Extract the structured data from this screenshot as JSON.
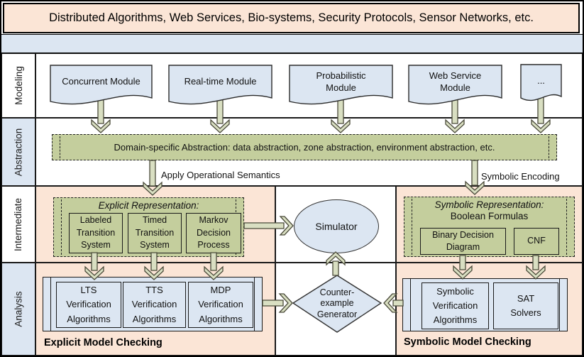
{
  "banner": {
    "text": "Distributed Algorithms, Web Services, Bio-systems, Security Protocols, Sensor Networks, etc."
  },
  "sidebar": {
    "rows": [
      "Modeling",
      "Abstraction",
      "Intermediate",
      "Analysis"
    ]
  },
  "modeling": {
    "modules": [
      "Concurrent Module",
      "Real-time Module",
      "Probabilistic Module",
      "Web Service Module",
      "..."
    ]
  },
  "abstraction": {
    "box": "Domain-specific Abstraction: data abstraction, zone abstraction, environment abstraction, etc.",
    "left_arrow_label": "Apply Operational Semantics",
    "right_arrow_label": "Symbolic Encoding"
  },
  "intermediate": {
    "explicit": {
      "title": "Explicit Representation:",
      "items": [
        "Labeled Transition System",
        "Timed Transition System",
        "Markov Decision Process"
      ]
    },
    "simulator": "Simulator",
    "symbolic": {
      "title": "Symbolic Representation:",
      "subtitle": "Boolean Formulas",
      "items": [
        "Binary Decision Diagram",
        "CNF"
      ]
    }
  },
  "analysis": {
    "explicit": {
      "items": [
        "LTS Verification Algorithms",
        "TTS Verification Algorithms",
        "MDP Verification Algorithms"
      ],
      "caption": "Explicit Model Checking"
    },
    "counterexample": "Counter-example Generator",
    "symbolic": {
      "items": [
        "Symbolic Verification Algorithms",
        "SAT Solvers"
      ],
      "caption": "Symbolic Model Checking"
    }
  },
  "colors": {
    "peach": "#FBE5D6",
    "blue": "#DCE6F2",
    "green": "#C4CE9D",
    "arrow": "#D9DFC2",
    "border": "#1A1A1A"
  }
}
